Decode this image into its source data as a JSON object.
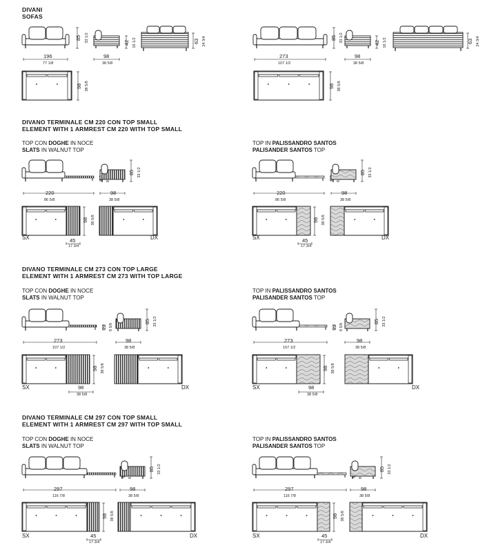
{
  "header": {
    "line1": "DIVANI",
    "line2": "SOFAS"
  },
  "sections": [
    {
      "title_it": "DIVANO TERMINALE CM 220 CON TOP SMALL",
      "title_en": "ELEMENT WITH 1 ARMREST CM 220 WITH TOP SMALL"
    },
    {
      "title_it": "DIVANO TERMINALE CM 273 CON TOP LARGE",
      "title_en": "ELEMENT WITH 1 ARMREST CM 273 WITH TOP LARGE"
    },
    {
      "title_it": "DIVANO TERMINALE CM 297 CON TOP SMALL",
      "title_en": "ELEMENT WITH 1 ARMREST CM 297 WITH TOP SMALL"
    }
  ],
  "variants": {
    "walnut": {
      "it_pre": "TOP CON ",
      "it_bold": "DOGHE",
      "it_post": " IN NOCE",
      "en_bold": "SLATS",
      "en_post": " IN WALNUT TOP"
    },
    "palisander": {
      "it_pre": "TOP IN ",
      "it_bold": "PALISSANDRO SANTOS",
      "en_bold": "PALISANDER SANTOS",
      "en_post": " TOP"
    }
  },
  "sides": {
    "left": "SX",
    "right": "DX"
  },
  "dims": {
    "w196": "196",
    "w196_in": "77 1/8",
    "w273": "273",
    "w273_in": "107 1/2",
    "w220": "220",
    "w220_in": "86 5/8",
    "w297": "297",
    "w297_in": "116 7/8",
    "d98": "98",
    "d98_in": "38 5/8",
    "h85": "85",
    "h85_in": "33 1/2",
    "h42": "42",
    "h42_in": "16 1/2",
    "h63": "63",
    "h63_in": "24 3/4",
    "h22": "22",
    "h22_in": "8 5/8",
    "t45": "45",
    "t45_in": "17 3/4"
  },
  "colors": {
    "line": "#1a1a1a",
    "wood": "#3a3a3a",
    "fill": "#f2f2f2"
  }
}
